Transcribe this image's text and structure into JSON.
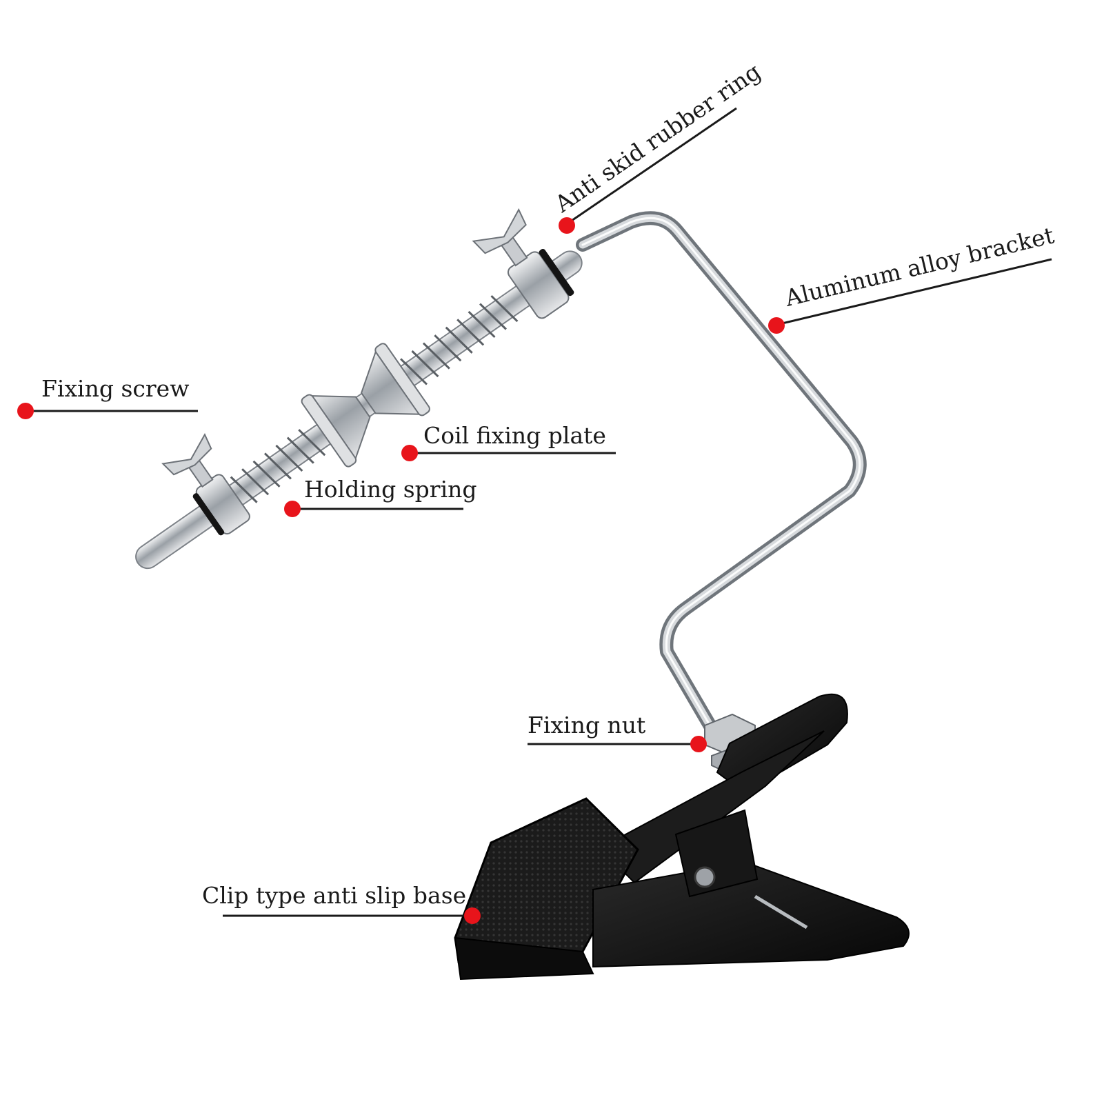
{
  "labels": {
    "anti_skid_rubber_ring": "Anti skid rubber ring",
    "aluminum_alloy_bracket": "Aluminum alloy bracket",
    "fixing_screw": "Fixing screw",
    "coil_fixing_plate": "Coil fixing plate",
    "holding_spring": "Holding spring",
    "fixing_nut": "Fixing nut",
    "clip_type_anti_slip_base": "Clip type anti slip base"
  },
  "colors": {
    "marker": "#e8141b",
    "leader_line": "#1a1a1a",
    "steel": "#b9bdc2",
    "clip_black": "#141414"
  }
}
